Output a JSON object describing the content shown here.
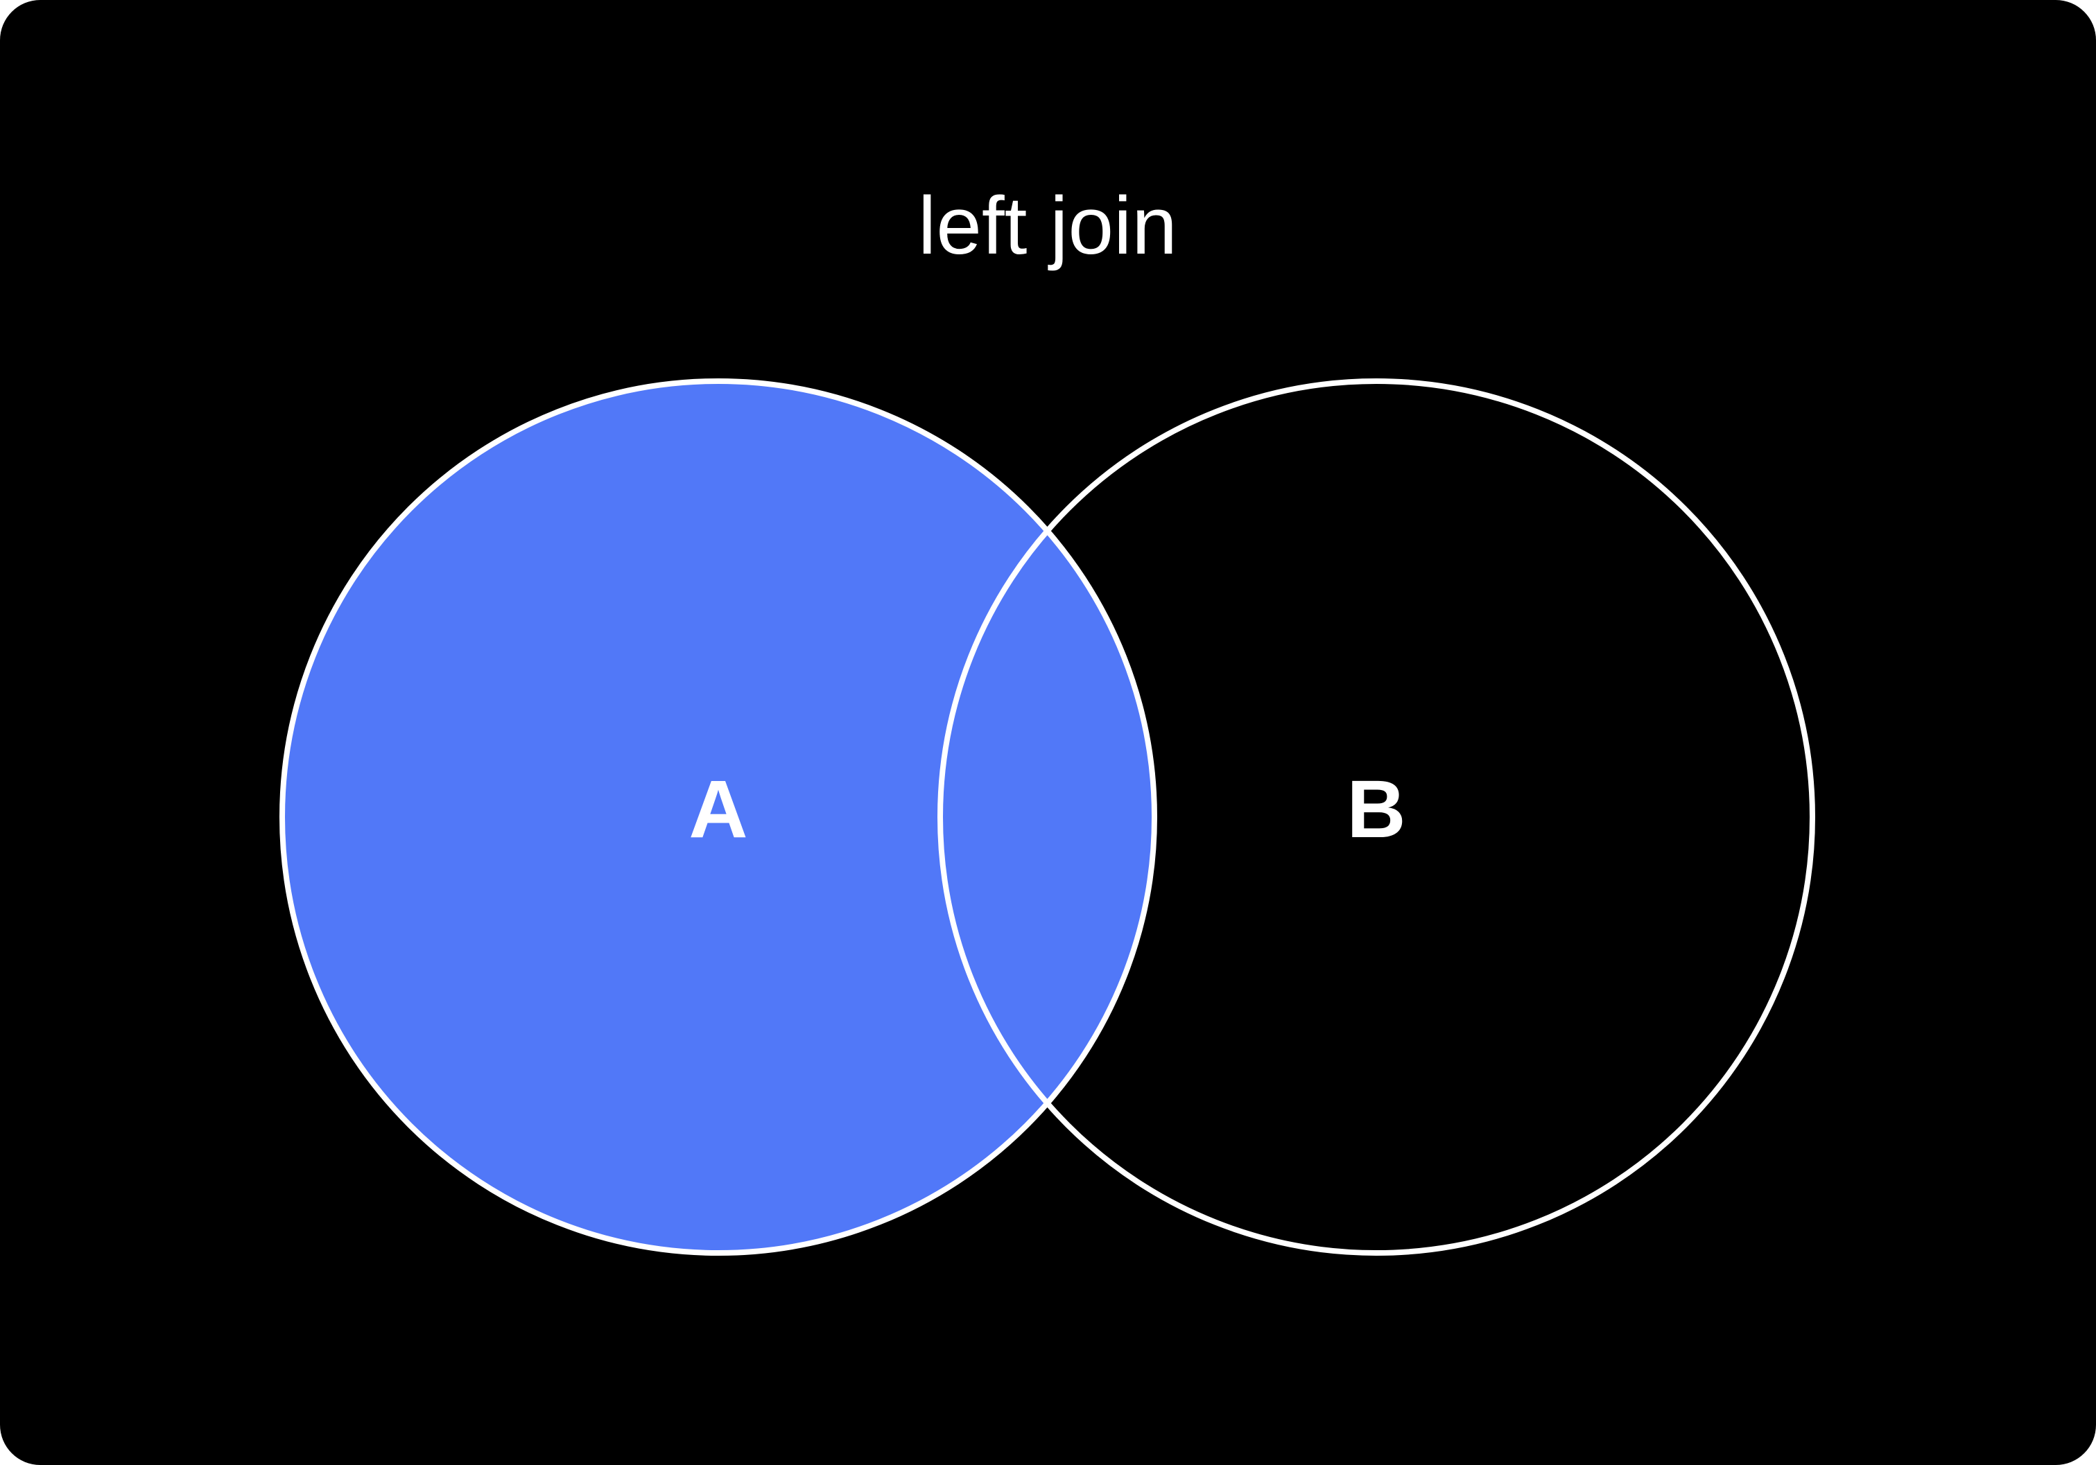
{
  "diagram": {
    "title": "left join",
    "sets": [
      {
        "label": "A",
        "filled": true
      },
      {
        "label": "B",
        "filled": false
      }
    ],
    "colors": {
      "background": "#000000",
      "fill": "#5178F8",
      "stroke": "#ffffff",
      "text": "#ffffff"
    }
  }
}
